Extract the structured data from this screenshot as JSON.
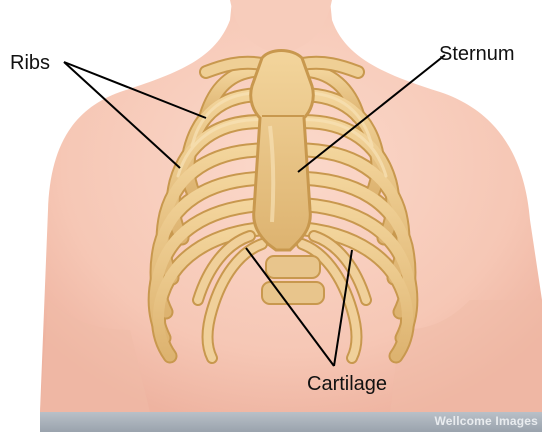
{
  "labels": {
    "ribs": "Ribs",
    "sternum": "Sternum",
    "cartilage": "Cartilage"
  },
  "credit": "Wellcome Images",
  "colors": {
    "skin": "#f9cfbf",
    "skin_shadow": "#eeb3a0",
    "bone": "#e9c383",
    "bone_dark": "#c8984e",
    "bone_light": "#f6dca8",
    "leader_line": "#000000"
  }
}
